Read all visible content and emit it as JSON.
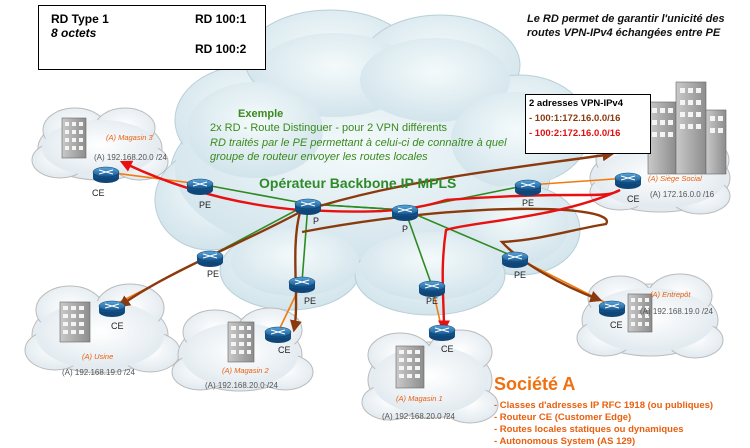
{
  "legend": {
    "rd_type": "RD Type 1",
    "bytes": "8 octets",
    "rd1": "RD 100:1",
    "rd2": "RD 100:2",
    "rd1_color": "#8b3a0e",
    "rd2_color": "#e81010"
  },
  "note": "Le RD permet de garantir l'unicité des routes VPN-IPv4 échangées entre PE",
  "vpn_box": {
    "title": "2 adresses VPN-IPv4",
    "addr1": "- 100:1:172.16.0.0/16",
    "addr2": "- 100:2:172.16.0.0/16"
  },
  "example": {
    "title": "Exemple",
    "line1": "2x RD - Route Distinguer - pour 2 VPN différents",
    "line2": "RD traités par le PE permettant à celui-ci de connaître à quel groupe de routeur envoyer les routes locales"
  },
  "backbone_label": "Opérateur Backbone IP MPLS",
  "router_labels": {
    "pe": "PE",
    "p": "P",
    "ce": "CE"
  },
  "sites": {
    "magasin3": {
      "name": "(A) Magasin 3",
      "subnet": "(A) 192.168.20.0 /24"
    },
    "siege": {
      "name": "(A) Siège Social",
      "subnet": "(A) 172.16.0.0 /16"
    },
    "usine": {
      "name": "(A) Usine",
      "subnet": "(A) 192.168.19.0 /24"
    },
    "magasin2": {
      "name": "(A) Magasin 2",
      "subnet": "(A) 192.168.20.0 /24"
    },
    "magasin1": {
      "name": "(A) Magasin 1",
      "subnet": "(A) 192.168.20.0 /24"
    },
    "entrepot": {
      "name": "(A) Entrepôt",
      "subnet": "(A) 192.168.19.0 /24"
    }
  },
  "societe": {
    "title": "Société A",
    "items": [
      "- Classes d'adresses IP RFC 1918 (ou publiques)",
      "- Routeur CE (Customer Edge)",
      "- Routes locales statiques ou dynamiques",
      "- Autonomous System (AS 129)"
    ]
  },
  "colors": {
    "green_link": "#2e8b22",
    "orange_link": "#f07a10",
    "router_blue": "#1e6fb0",
    "cloud": "#e4f0f4"
  }
}
